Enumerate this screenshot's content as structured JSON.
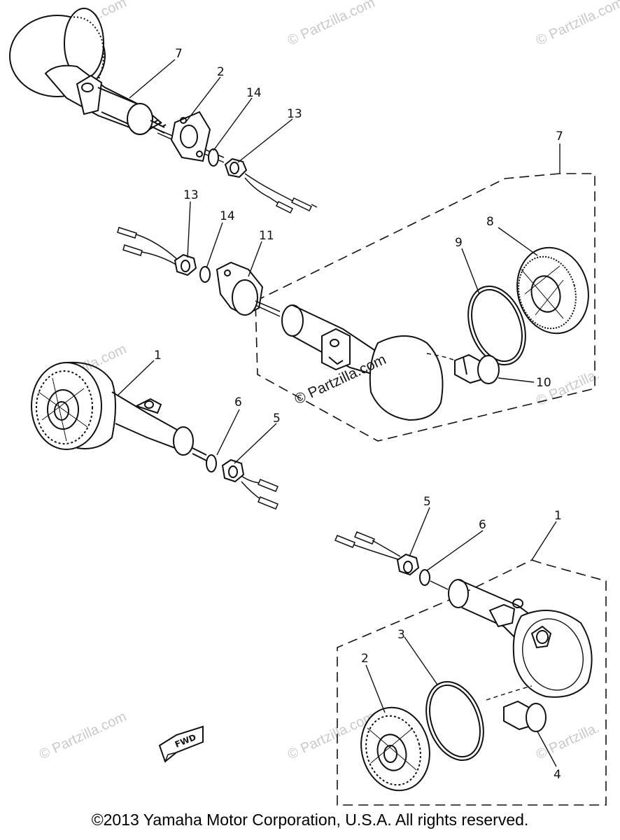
{
  "callouts": {
    "c7_top": "7",
    "c2_top": "2",
    "c14_top": "14",
    "c13_top": "13",
    "c7_set": "7",
    "c13_mid": "13",
    "c14_mid": "14",
    "c11": "11",
    "c8": "8",
    "c9": "9",
    "c10": "10",
    "c1_left": "1",
    "c6_left": "6",
    "c5_left": "5",
    "c5_right": "5",
    "c6_right": "6",
    "c1_set": "1",
    "c2_bottom": "2",
    "c3": "3",
    "c4": "4"
  },
  "watermark": {
    "text": "© Partzilla.com",
    "short": "© Partzilla."
  },
  "fwd_label": "FWD",
  "copyright": "©2013 Yamaha Motor Corporation, U.S.A. All rights reserved.",
  "colors": {
    "ink": "#111111",
    "watermark": "#c9c9c9"
  }
}
